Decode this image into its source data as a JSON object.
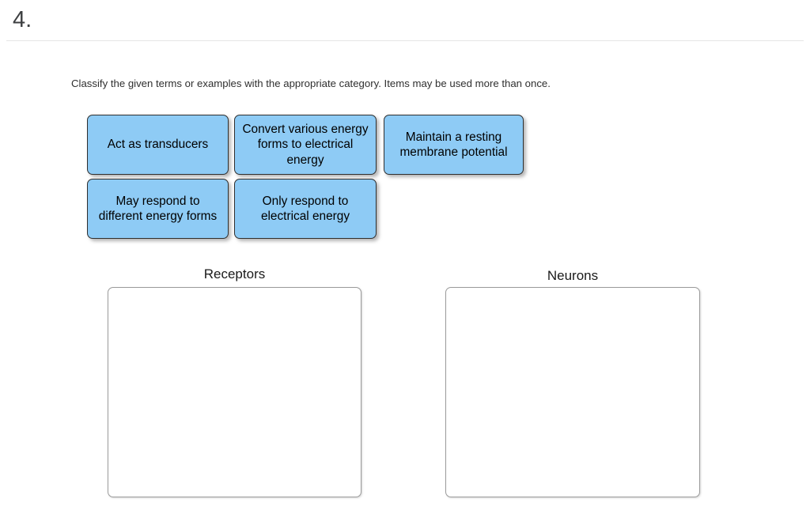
{
  "header": {
    "question_number": "4."
  },
  "instruction": {
    "text": "Classify the given terms or examples with the appropriate category. Items may be used more than once."
  },
  "colors": {
    "tile_fill": "#8ecbf5",
    "tile_border": "#2e2e2e",
    "dropzone_border": "#9b9b9b",
    "divider": "#e6e6e6",
    "page_background": "#ffffff",
    "text": "#000000"
  },
  "tiles": [
    {
      "id": "act-as-transducers",
      "label": "Act as transducers"
    },
    {
      "id": "convert-energy-forms",
      "label": "Convert various energy forms to electrical energy"
    },
    {
      "id": "maintain-resting-potential",
      "label": "Maintain a resting membrane potential"
    },
    {
      "id": "may-respond-different-energy",
      "label": "May respond to different energy forms"
    },
    {
      "id": "only-respond-electrical",
      "label": "Only respond to electrical energy"
    }
  ],
  "dropzones": [
    {
      "id": "receptors",
      "label": "Receptors",
      "items": []
    },
    {
      "id": "neurons",
      "label": "Neurons",
      "items": []
    }
  ]
}
